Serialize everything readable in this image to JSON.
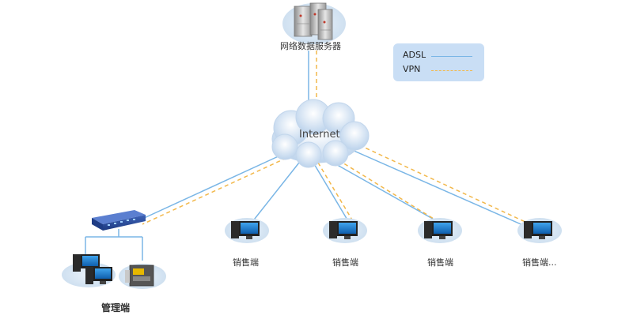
{
  "nodes": {
    "server": {
      "label": "网络数据服务器"
    },
    "internet": {
      "label": "Internet"
    },
    "manager": {
      "label": "管理端"
    },
    "sales": [
      {
        "label": "销售端"
      },
      {
        "label": "销售端"
      },
      {
        "label": "销售端"
      },
      {
        "label": "销售端..."
      }
    ]
  },
  "legend": {
    "items": [
      {
        "label": "ADSL",
        "style": "solid",
        "color": "#7ab6e6"
      },
      {
        "label": "VPN",
        "style": "dashed",
        "color": "#f2b84b"
      }
    ]
  },
  "colors": {
    "adsl": "#7ab6e6",
    "vpn": "#f2b84b",
    "cloud": "#cfe0f2",
    "node_glow": "#d7e6f4",
    "legend_bg": "#c9def5"
  }
}
